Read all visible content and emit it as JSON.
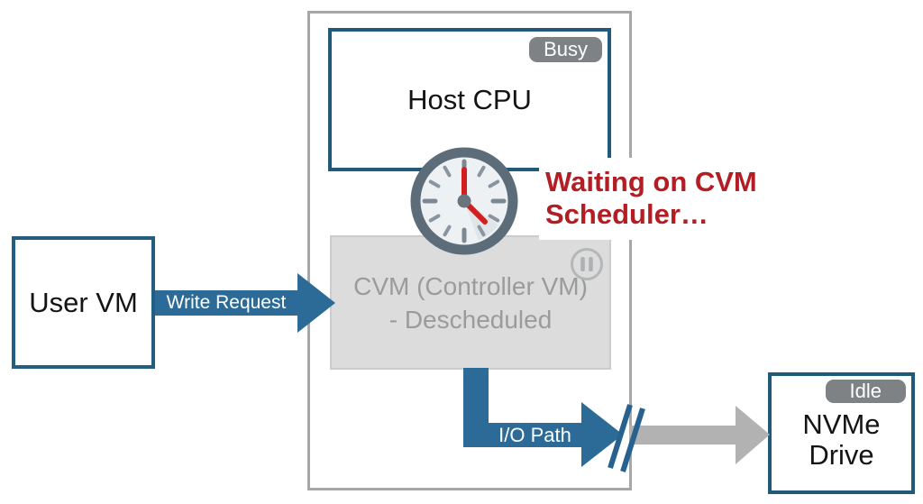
{
  "palette": {
    "accent_blue": "#2c6b97",
    "box_border_blue": "#20597a",
    "container_border_gray": "#a7a7a7",
    "status_badge_gray": "#7e8285",
    "inactive_fill_gray": "#dcdcdc",
    "inactive_text_gray": "#9b9b9b",
    "severed_path_gray": "#b2b2b2",
    "alert_red": "#b21e24",
    "clock_ring_gray": "#5d6c79",
    "clock_hand_red": "#d11f1f"
  },
  "nodes": {
    "user_vm": {
      "label": "User VM"
    },
    "host_cpu": {
      "label": "Host CPU",
      "status_badge": "Busy"
    },
    "cvm": {
      "label_line1": "CVM (Controller VM)",
      "label_line2": "- Descheduled"
    },
    "nvme": {
      "label_line1": "NVMe",
      "label_line2": "Drive",
      "status_badge": "Idle"
    }
  },
  "arrows": {
    "write_request": {
      "label": "Write Request"
    },
    "io_path": {
      "label": "I/O Path"
    }
  },
  "annotation": {
    "line1": "Waiting on CVM",
    "line2": "Scheduler…"
  }
}
